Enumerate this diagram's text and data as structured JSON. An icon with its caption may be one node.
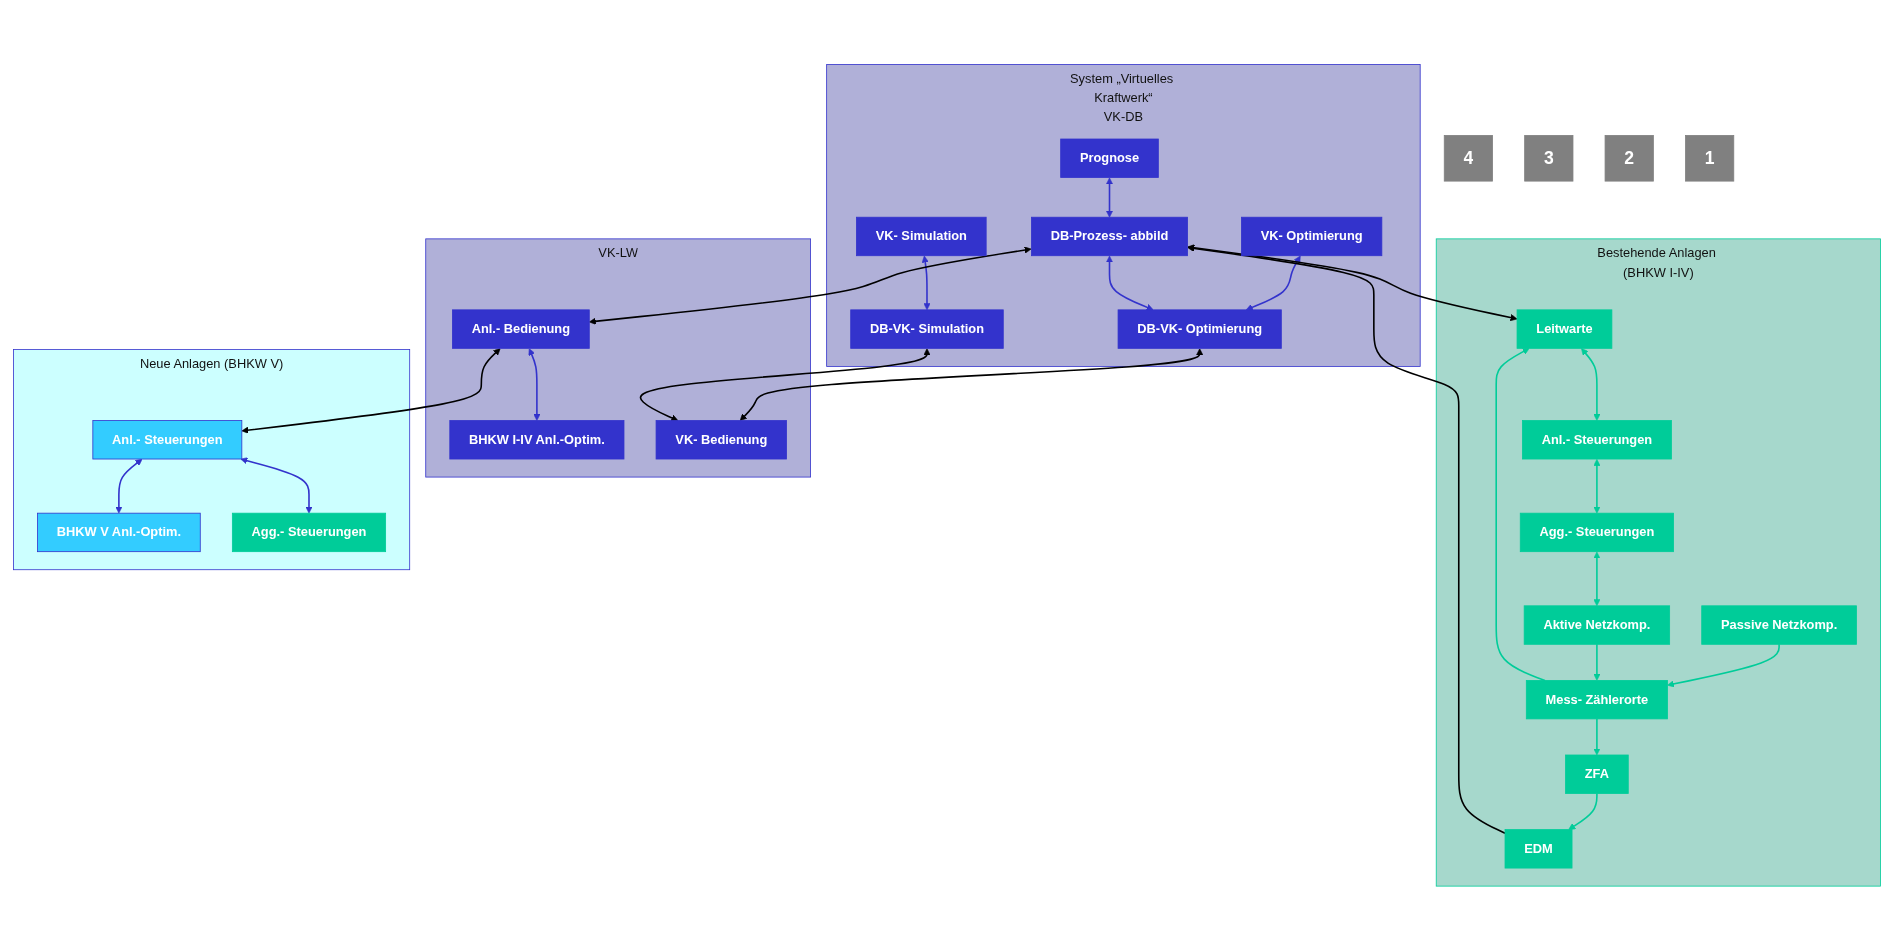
{
  "diagram": {
    "nodes": [
      {
        "text": [
          "4"
        ]
      },
      {
        "text": [
          "3"
        ]
      },
      {
        "text": [
          "2"
        ]
      },
      {
        "text": [
          "1"
        ]
      },
      {
        "text": [
          "System „Virtuelles Kraftwerk“",
          "VK-DB"
        ]
      },
      {
        "text": [
          "Prognose"
        ],
        "in": 4
      },
      {
        "text": [
          "VK- Optimierung"
        ],
        "in": 4
      },
      {
        "text": [
          "VK- Simulation"
        ],
        "in": 4
      },
      {
        "text": [
          "DB-Prozess- abbild"
        ],
        "in": 4
      },
      {
        "text": [
          "DB-VK- Optimierung"
        ],
        "in": 4
      },
      {
        "text": [
          "DB-VK- Simulation"
        ],
        "in": 4
      },
      {
        "text": [
          "VK-LW"
        ]
      },
      {
        "text": [
          "Anl.- Bedienung"
        ],
        "in": 11
      },
      {
        "text": [
          "BHKW I-IV Anl.-Optim."
        ],
        "in": 11
      },
      {
        "text": [
          "VK- Bedienung"
        ],
        "in": 11
      },
      {
        "text": [
          "Bestehende Anlagen (BHKW I-IV)"
        ]
      },
      {
        "text": [
          "EDM"
        ],
        "in": 15
      },
      {
        "text": [
          "Leitwarte"
        ],
        "in": 15
      },
      {
        "text": [
          "ZFA"
        ],
        "in": 15
      },
      {
        "text": [
          "Anl.- Steuerungen"
        ],
        "in": 15
      },
      {
        "text": [
          "Mess- Zählerorte"
        ],
        "in": 15
      },
      {
        "text": [
          "Agg.- Steuerungen"
        ],
        "in": 15
      },
      {
        "text": [
          "Passive Netzkomp."
        ],
        "in": 15
      },
      {
        "text": [
          "Aktive Netzkomp."
        ],
        "in": 15
      },
      {
        "text": [
          "Neue Anlagen (BHKW V)"
        ]
      },
      {
        "text": [
          "Anl.- Steuerungen"
        ],
        "in": 24
      },
      {
        "text": [
          "BHKW V Anl.-Optim."
        ],
        "in": 24
      },
      {
        "text": [
          "Agg.- Steuerungen"
        ],
        "in": 24
      }
    ],
    "edges": [
      {
        "from": 5,
        "to": 8,
        "arrow": "both",
        "color": "#3333cc"
      },
      {
        "from": 6,
        "to": 9,
        "arrow": "both",
        "color": "#3333cc"
      },
      {
        "from": 7,
        "to": 10,
        "arrow": "both",
        "color": "#3333cc"
      },
      {
        "from": 8,
        "to": 9,
        "arrow": "both",
        "color": "#3333cc"
      },
      {
        "from": 16,
        "to": 8,
        "arrow": "to",
        "color": "#000000"
      },
      {
        "from": 8,
        "to": 17,
        "arrow": "both",
        "color": "#000000"
      },
      {
        "from": 8,
        "to": 12,
        "arrow": "both",
        "color": "#000000"
      },
      {
        "from": 9,
        "to": 14,
        "arrow": "both",
        "color": "#000000"
      },
      {
        "from": 10,
        "to": 14,
        "arrow": "both",
        "color": "#000000"
      },
      {
        "from": 12,
        "to": 13,
        "arrow": "both",
        "color": "#3333cc"
      },
      {
        "from": 12,
        "to": 25,
        "arrow": "both",
        "color": "#000000"
      },
      {
        "from": 18,
        "to": 16,
        "arrow": "to"
      },
      {
        "from": 20,
        "to": 18,
        "arrow": "to"
      },
      {
        "from": 20,
        "to": 17,
        "arrow": "to"
      },
      {
        "from": 17,
        "to": 19,
        "arrow": "both"
      },
      {
        "from": 19,
        "to": 21,
        "arrow": "both"
      },
      {
        "from": 21,
        "to": 23,
        "arrow": "both"
      },
      {
        "from": 22,
        "to": 20,
        "arrow": "to"
      },
      {
        "from": 23,
        "to": 20,
        "arrow": "to"
      },
      {
        "from": 25,
        "to": 26,
        "arrow": "both",
        "color": "#3333cc"
      },
      {
        "from": 25,
        "to": 27,
        "arrow": "both",
        "color": "#3333cc"
      }
    ]
  }
}
